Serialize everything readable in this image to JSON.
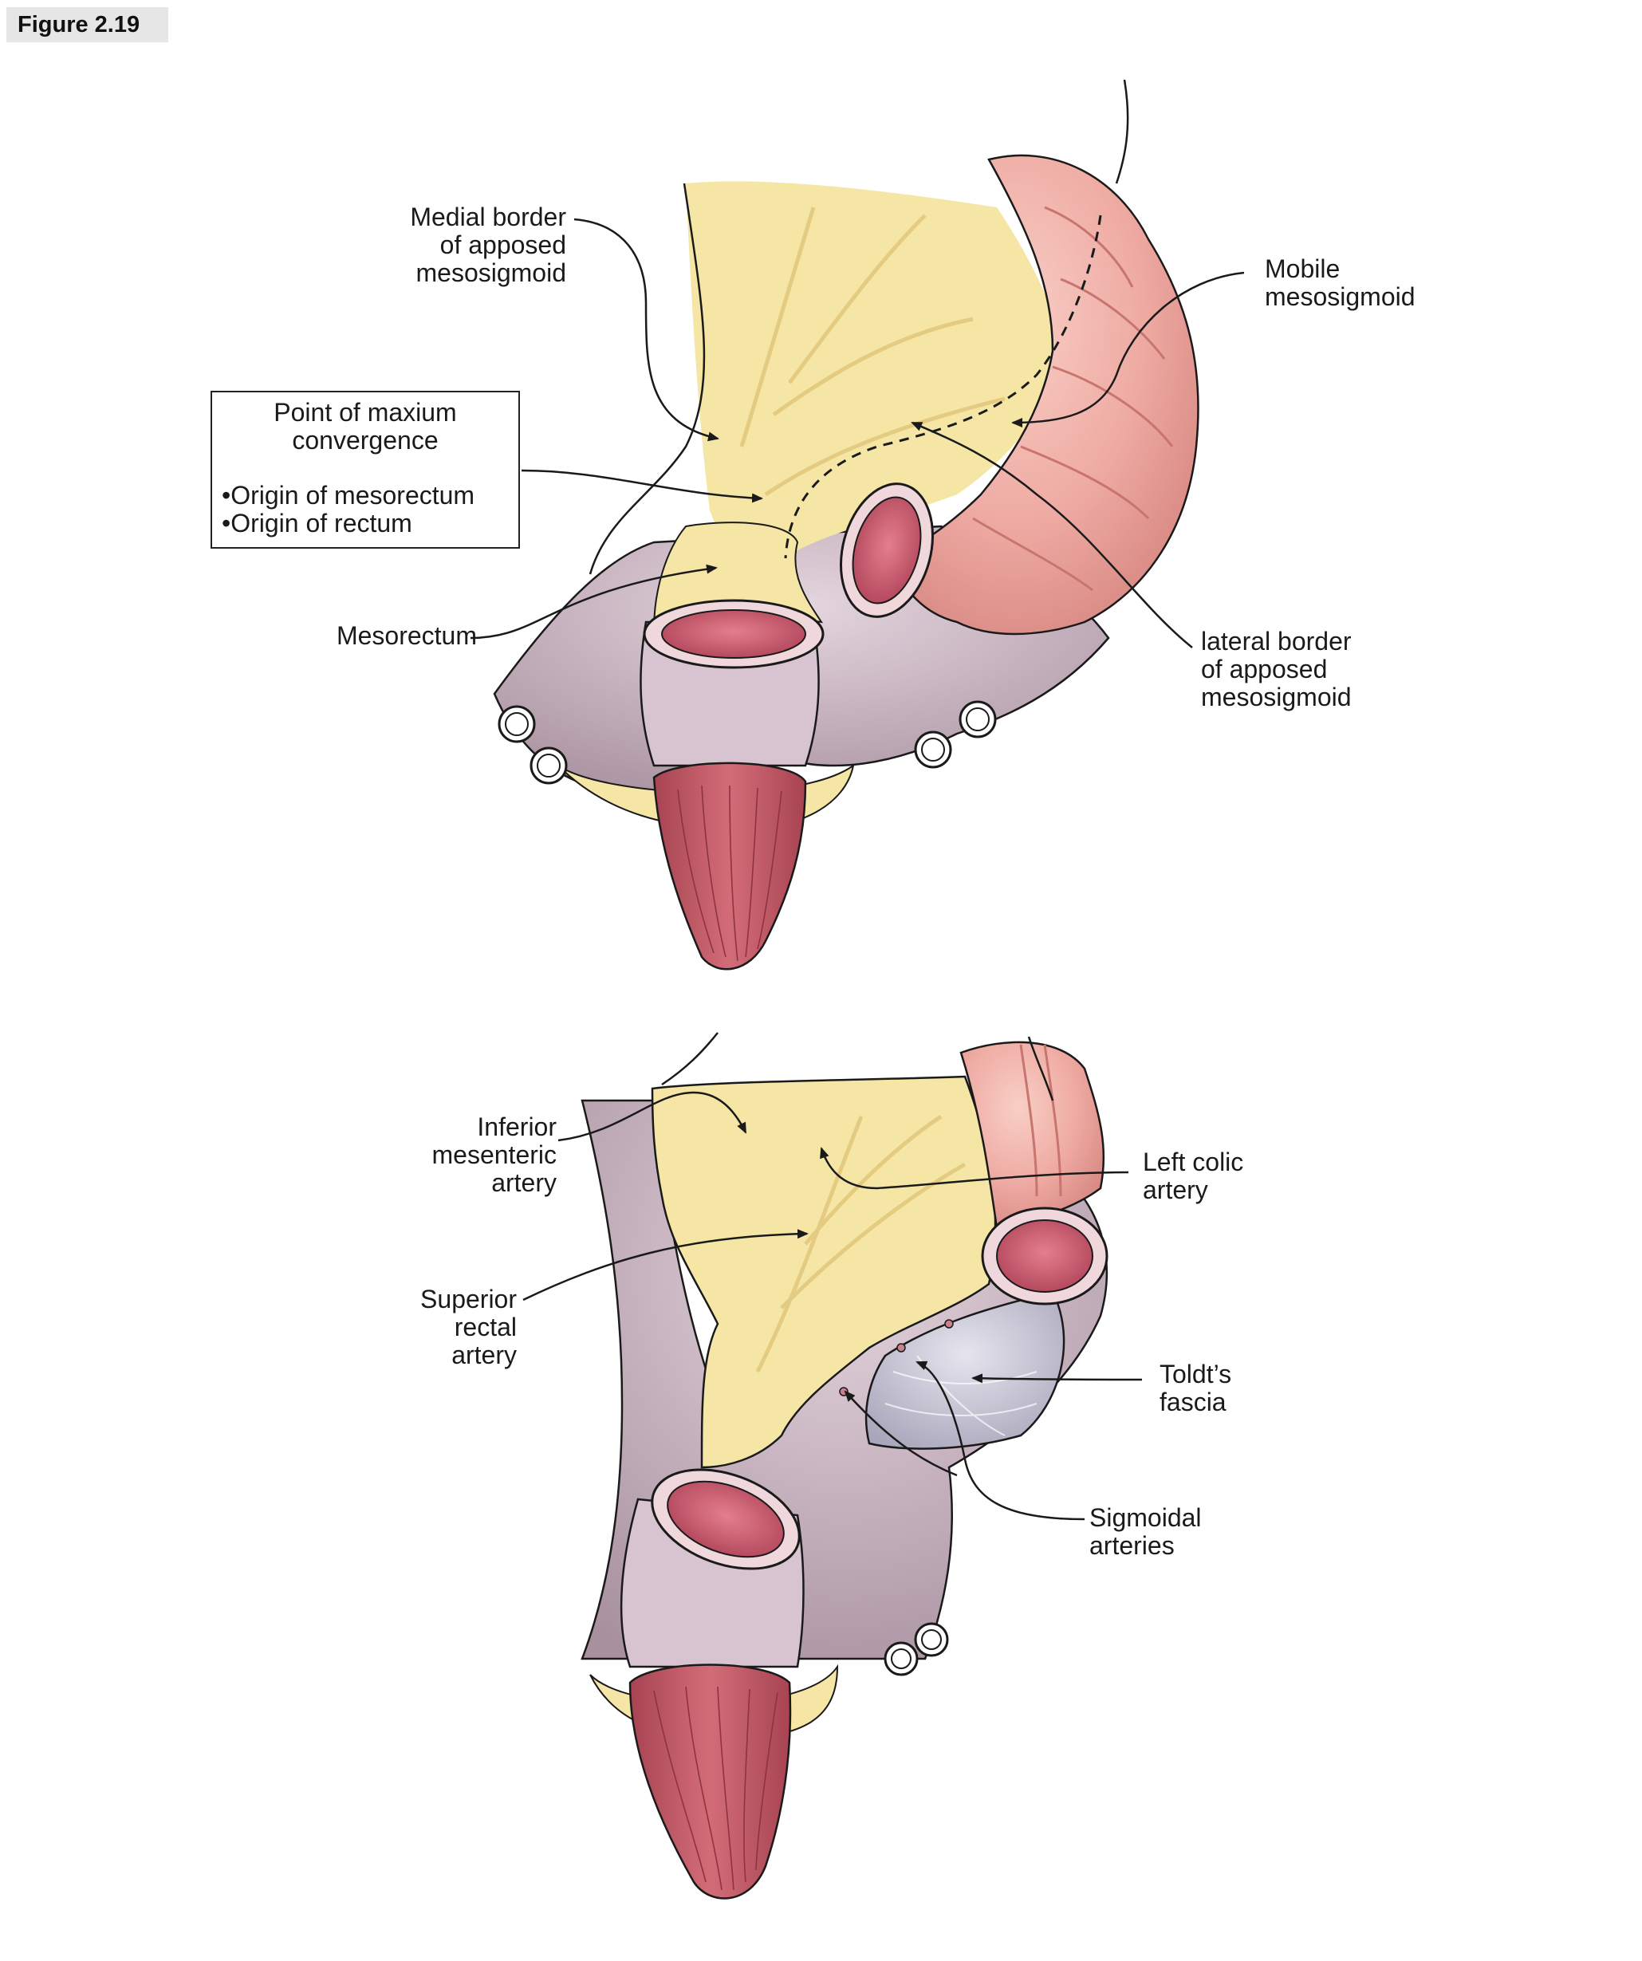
{
  "figure": {
    "title": "Figure 2.19"
  },
  "colors": {
    "fat": "#f6e6a6",
    "fat_dark": "#e8cf80",
    "colon": "#eeb0a8",
    "colon_dark": "#c7756e",
    "lumen": "#c85a6c",
    "rectum_muscle": "#c55a66",
    "peritoneum": "#c7b0bf",
    "peritoneum_dark": "#9a8297",
    "fascia": "#c9c6d4",
    "line": "#1a1a1a"
  },
  "top_panel": {
    "labels": {
      "medial_border": "Medial border\nof apposed\nmesosigmoid",
      "mobile_mesosigmoid": "Mobile\nmesosigmoid",
      "convergence_title": "Point of maxium\nconvergence",
      "origin_mesorectum": "•Origin of mesorectum",
      "origin_rectum": "•Origin of rectum",
      "mesorectum": "Mesorectum",
      "lateral_border": "lateral border\nof apposed\nmesosigmoid"
    }
  },
  "bottom_panel": {
    "labels": {
      "inferior_mesenteric": "Inferior\nmesenteric\nartery",
      "left_colic": "Left colic\nartery",
      "superior_rectal": "Superior\nrectal\nartery",
      "toldts_fascia": "Toldt’s\nfascia",
      "sigmoidal_arteries": "Sigmoidal\narteries"
    }
  }
}
